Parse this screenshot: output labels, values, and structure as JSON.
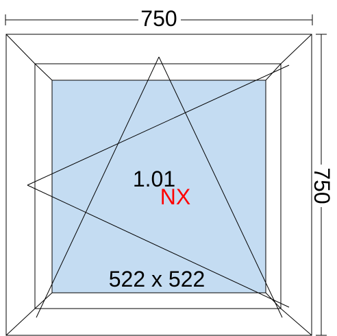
{
  "dimensions": {
    "width": "750",
    "height": "750"
  },
  "window": {
    "u_value": "1.01",
    "type_code": "NX",
    "glass_size": "522 x 522"
  },
  "colors": {
    "glass": "#c4dcf2",
    "frame_line": "#000000",
    "type_code": "#ff0000",
    "background": "#ffffff"
  }
}
